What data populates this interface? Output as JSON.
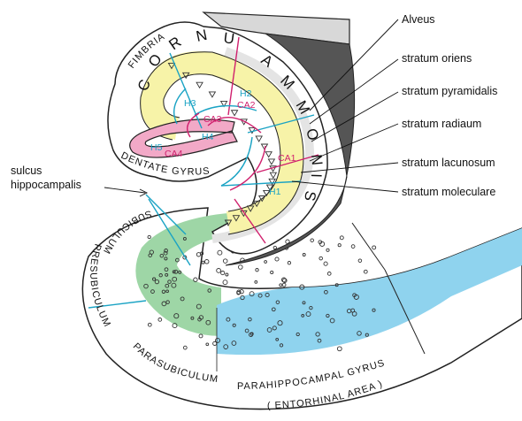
{
  "labels": {
    "fimbria": "FIMBRIA",
    "cornu_letters": [
      "C",
      "O",
      "R",
      "N",
      "U",
      "A",
      "M",
      "M",
      "O",
      "N",
      "I",
      "S"
    ],
    "dentate_gyrus": "DENTATE GYRUS",
    "subiculum": "SUBICULUM",
    "presubiculum": "PRESUBICULUM",
    "parasubiculum": "PARASUBICULUM",
    "parahippocampal_gyrus": "PARAHIPPOCAMPAL GYRUS",
    "entorhinal_area": "( ENTORHINAL AREA )",
    "sulcus_line1": "sulcus",
    "sulcus_line2": "hippocampalis"
  },
  "layers": [
    "Alveus",
    "stratum oriens",
    "stratum pyramidalis",
    "stratum radiaum",
    "stratum lacunosum",
    "stratum moleculare"
  ],
  "regions_ca": [
    "CA1",
    "CA2",
    "CA3",
    "CA4"
  ],
  "regions_h": [
    "H1",
    "H2",
    "H3",
    "H4",
    "H5"
  ],
  "colors": {
    "pyramidal_band": "#f7f3a8",
    "cyan": "#1aa3c4",
    "magenta": "#d0206e",
    "dentate_fill": "#f2a9c7",
    "green_zone": "#9ed6a6",
    "blue_zone": "#8fd3ee",
    "outline": "#222222"
  }
}
